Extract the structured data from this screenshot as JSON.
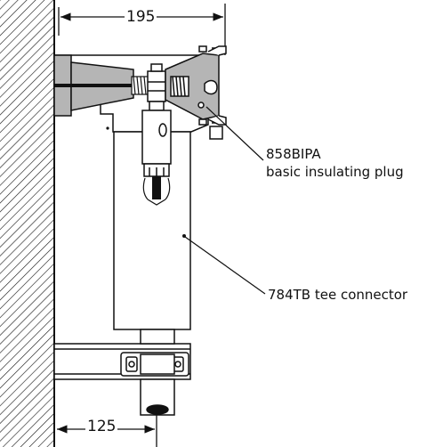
{
  "dimensions": {
    "top_width": "195",
    "bottom_offset": "125"
  },
  "labels": {
    "plug_code": "858BIPA",
    "plug_description": "basic insulating plug",
    "tee_connector": "784TB tee connector"
  },
  "colors": {
    "line": "#111111",
    "fill_gray": "#b5b5b5",
    "background": "#ffffff"
  }
}
